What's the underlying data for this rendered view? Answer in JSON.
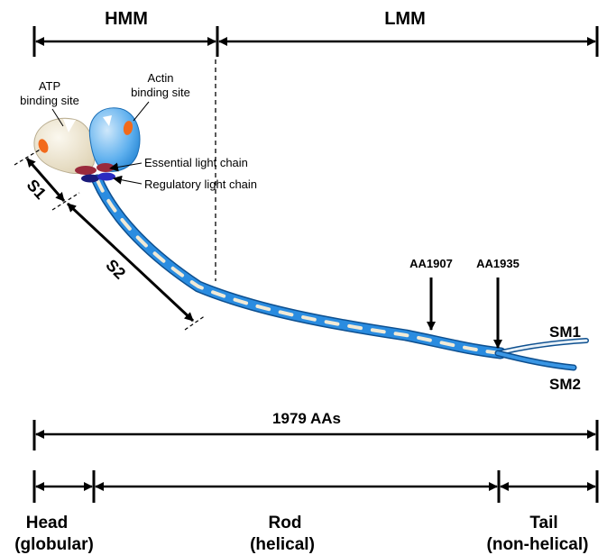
{
  "top": {
    "hmm": "HMM",
    "lmm": "LMM"
  },
  "head_labels": {
    "atp_line1": "ATP",
    "atp_line2": "binding site",
    "actin_line1": "Actin",
    "actin_line2": "binding site",
    "essential_light_chain": "Essential light chain",
    "regulatory_light_chain": "Regulatory light chain"
  },
  "segments": {
    "s1": "S1",
    "s2": "S2"
  },
  "markers": {
    "aa1907": "AA1907",
    "aa1935": "AA1935"
  },
  "isoforms": {
    "sm1": "SM1",
    "sm2": "SM2"
  },
  "length": {
    "total": "1979 AAs"
  },
  "domains": {
    "head_line1": "Head",
    "head_line2": "(globular)",
    "rod_line1": "Rod",
    "rod_line2": "(helical)",
    "tail_line1": "Tail",
    "tail_line2": "(non-helical)"
  },
  "colors": {
    "coil_blue": "#1e78c8",
    "coil_light": "#f1ead6",
    "head_beige": "#efe6d2",
    "head_blue": "#4aa6ea",
    "binding_orange": "#f26a1b",
    "elc_red": "#9a2a3c",
    "rlc_navy": "#1a1a7a"
  }
}
